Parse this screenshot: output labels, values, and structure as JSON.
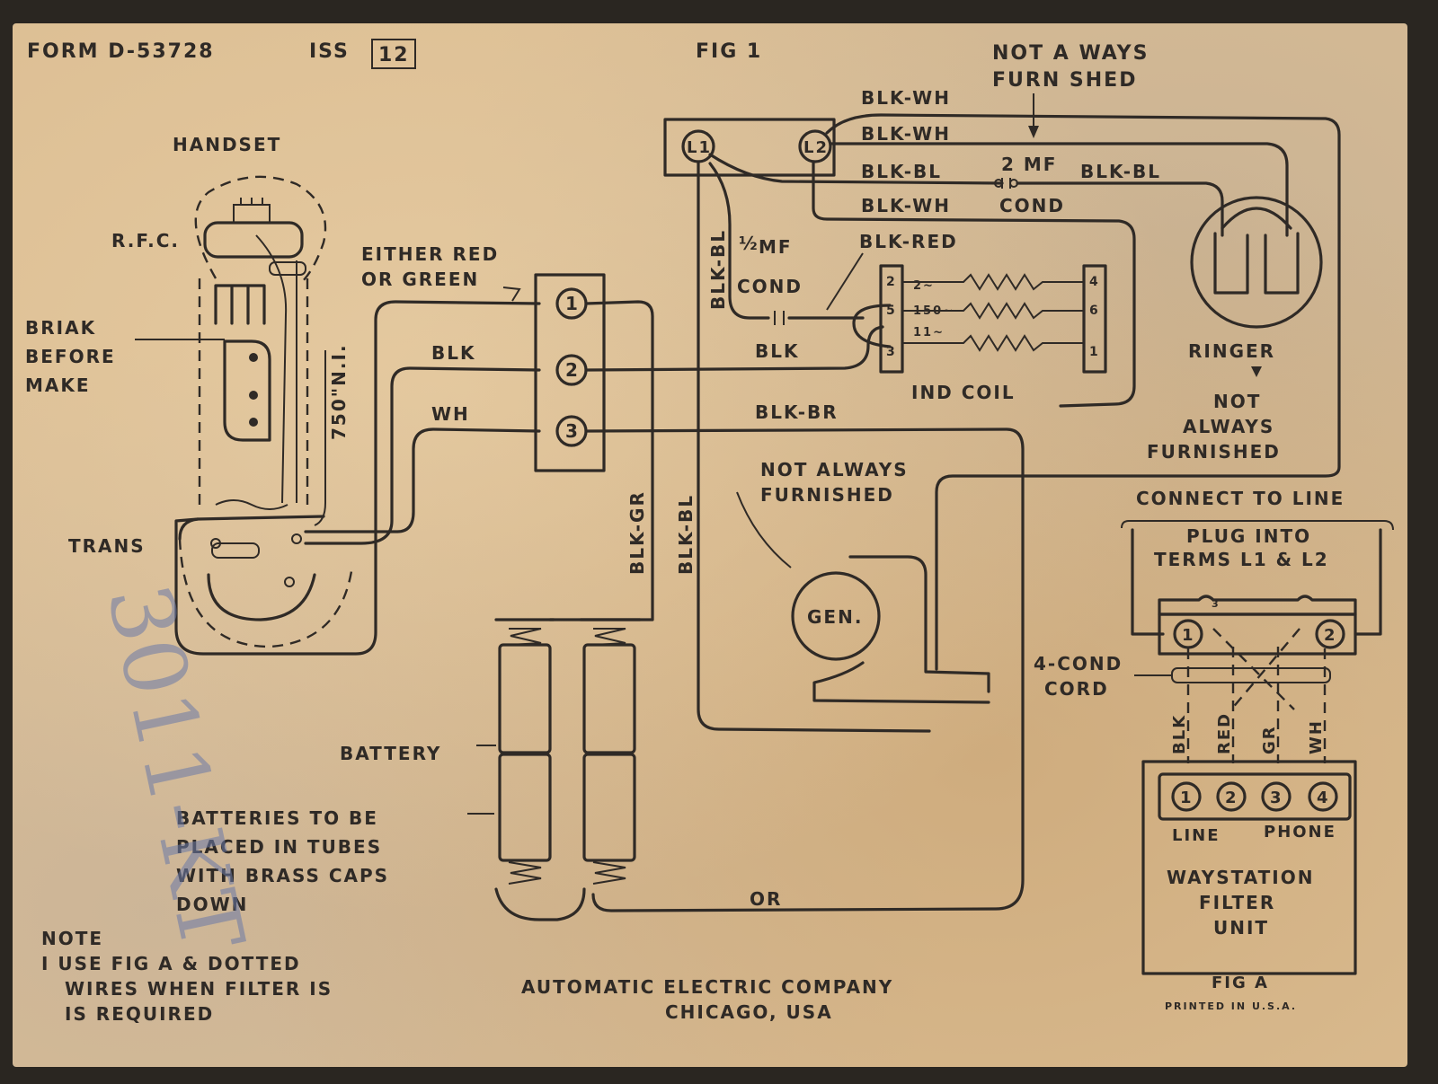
{
  "form": {
    "label": "FORM D-53728",
    "iss": "ISS",
    "iss_number": "12"
  },
  "fig_title": "FIG 1",
  "not_always_furnished_top": [
    "NOT A WAYS",
    "FURN SHED"
  ],
  "terminals_top": {
    "l1": "L1",
    "l2": "L2"
  },
  "wires_top": {
    "blk_wh_1": "BLK-WH",
    "blk_wh_2": "BLK-WH",
    "blk_bl_1": "BLK-BL",
    "blk_bl_2": "BLK-BL",
    "blk_wh_3": "BLK-WH",
    "cond_2mf": "2 MF",
    "cond_label": "COND",
    "blk_red": "BLK-RED"
  },
  "half_mf": {
    "frac": "½",
    "mf": "MF",
    "cond": "COND"
  },
  "handset": {
    "label": "HANDSET",
    "rfc": "R.F.C.",
    "break_make": [
      "BRIAK",
      "BEFORE",
      "MAKE"
    ],
    "trans": "TRANS",
    "n_i": "750\"N.I."
  },
  "either_red_green": [
    "EITHER RED",
    "OR GREEN"
  ],
  "terminal_block": [
    "1",
    "2",
    "3"
  ],
  "wire_labels": {
    "blk": "BLK",
    "wh": "WH",
    "blk_mid": "BLK",
    "blk_br": "BLK-BR",
    "blk_gr": "BLK-GR",
    "blk_bl_v1": "BLK-BL",
    "blk_bl_v2": "BLK-BL",
    "or": "OR"
  },
  "ind_coil": {
    "label": "IND COIL",
    "left_terms": [
      "2",
      "5",
      "3"
    ],
    "right_terms": [
      "4",
      "6",
      "1"
    ],
    "values": [
      "2~",
      "150~",
      "11~"
    ]
  },
  "ringer": {
    "label": "RINGER",
    "note": [
      "NOT",
      "ALWAYS",
      "FURNISHED"
    ]
  },
  "generator": {
    "label": "GEN.",
    "note": [
      "NOT ALWAYS",
      "FURNISHED"
    ]
  },
  "battery": {
    "label": "BATTERY",
    "note": [
      "BATTERIES TO BE",
      "PLACED IN TUBES",
      "WITH BRASS CAPS",
      "DOWN"
    ]
  },
  "note": [
    "NOTE",
    "I USE FIG A & DOTTED",
    "WIRES WHEN FILTER IS",
    "IS REQUIRED"
  ],
  "company": [
    "AUTOMATIC ELECTRIC COMPANY",
    "CHICAGO, USA"
  ],
  "fig_a": {
    "connect": "CONNECT TO LINE",
    "plug": [
      "PLUG INTO",
      "TERMS L1 & L2"
    ],
    "plug_terms": [
      "1",
      "3",
      "2"
    ],
    "cord": [
      "4-COND",
      "CORD"
    ],
    "wire_colors": [
      "BLK",
      "RED",
      "GR",
      "WH"
    ],
    "filter_terms": [
      "1",
      "2",
      "3",
      "4"
    ],
    "line": "LINE",
    "phone": "PHONE",
    "unit": [
      "WAYSTATION",
      "FILTER",
      "UNIT"
    ],
    "title": "FIG A",
    "printed": "PRINTED IN U.S.A."
  },
  "handwriting": "3011-KT",
  "colors": {
    "paper": "#dcbe93",
    "ink": "#2f2a26",
    "frame": "#2a2621",
    "pencil": "#6b7aa8"
  }
}
